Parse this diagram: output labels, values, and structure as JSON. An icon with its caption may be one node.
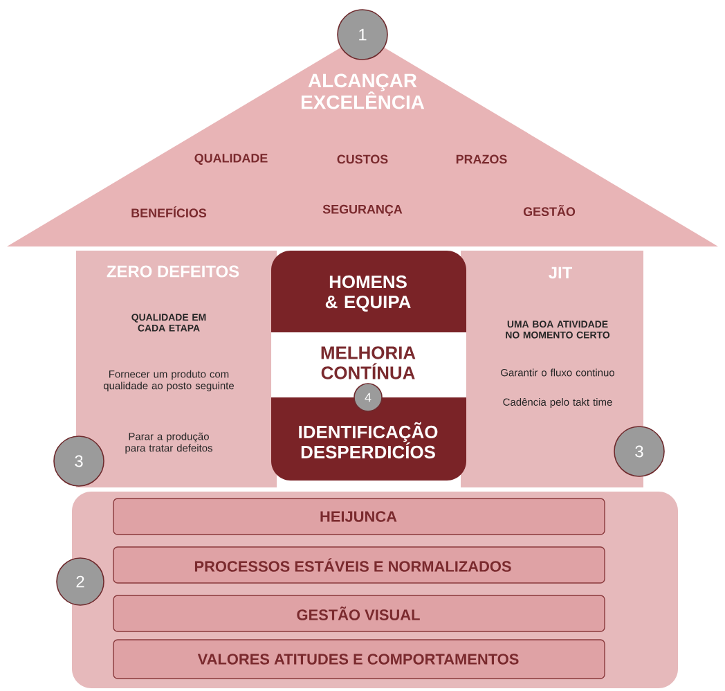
{
  "diagram": {
    "nodes": [
      {
        "text": [
          "ALCANÇAR EXCELÊNCIA",
          "QUALIDADE",
          "CUSTOS",
          "PRAZOS",
          "BENEFÍCIOS",
          "SEGURANÇA",
          "GESTÃO"
        ]
      },
      {
        "text": [
          "ZERO DEFEITOS",
          "QUALIDADE EM CADA ETAPA",
          "Fornecer um produto com qualidade ao posto seguinte",
          "Parar a produção para tratar defeitos"
        ]
      },
      {
        "text": [
          "HOMENS & EQUIPA",
          "MELHORIA CONTÍNUA",
          "IDENTIFICAÇÃO DESPERDICÍOS"
        ]
      },
      {
        "text": [
          "JIT",
          "UMA BOA ATIVIDADE NO MOMENTO CERTO",
          "Garantir o fluxo continuo",
          "Cadência pelo takt time"
        ]
      },
      {
        "text": [],
        "shape": "box"
      },
      {
        "text": [
          "HEIJUNCA"
        ],
        "in": 4
      },
      {
        "text": [
          "PROCESSOS ESTÁVEIS E NORMALIZADOS"
        ],
        "in": 4
      },
      {
        "text": [
          "GESTÃO VISUAL"
        ],
        "in": 4
      },
      {
        "text": [
          "VALORES ATITUDES E COMPORTAMENTOS"
        ],
        "in": 4
      },
      {
        "text": [
          "1"
        ]
      },
      {
        "text": [
          "2"
        ]
      },
      {
        "text": [
          "3"
        ]
      },
      {
        "text": [
          "3"
        ]
      },
      {
        "text": [
          "4"
        ],
        "in": 2
      }
    ]
  }
}
